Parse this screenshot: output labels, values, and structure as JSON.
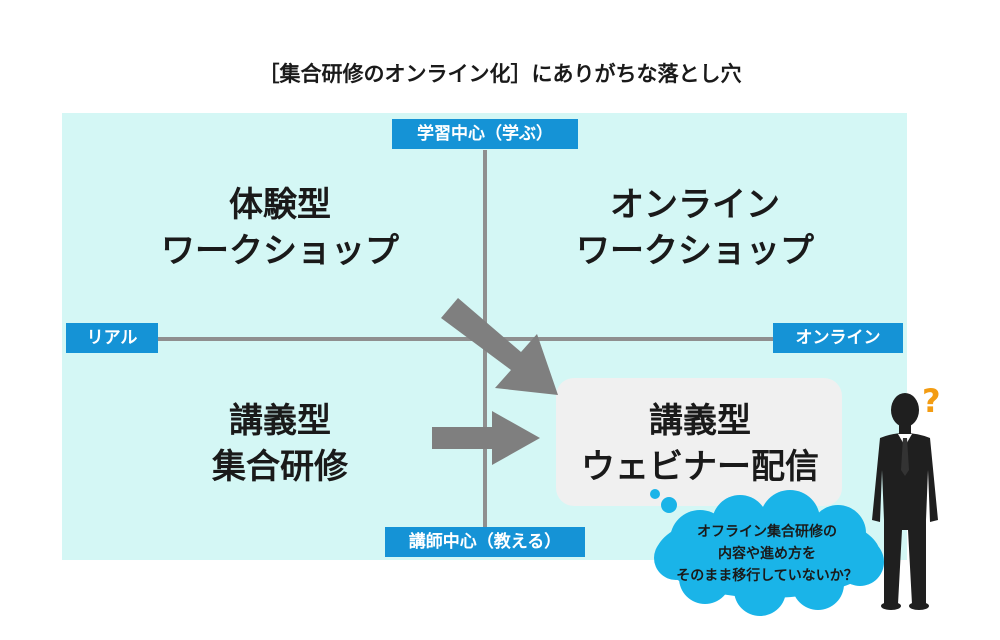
{
  "title": "［集合研修のオンライン化］にありがちな落とし穴",
  "axis_labels": {
    "top": "学習中心（学ぶ）",
    "bottom": "講師中心（教える）",
    "left": "リアル",
    "right": "オンライン"
  },
  "quadrants": {
    "top_left": {
      "line1": "体験型",
      "line2": "ワークショップ"
    },
    "top_right": {
      "line1": "オンライン",
      "line2": "ワークショップ"
    },
    "bottom_left": {
      "line1": "講義型",
      "line2": "集合研修"
    },
    "bottom_right": {
      "line1": "講義型",
      "line2": "ウェビナー配信"
    }
  },
  "thought_bubble": {
    "line1": "オフライン集合研修の",
    "line2": "内容や進め方を",
    "line3": "そのまま移行していないか？"
  },
  "question_mark": "?",
  "colors": {
    "panel": "#d4f7f5",
    "tag": "#1593d6",
    "bubble": "#1ab4e8",
    "arrow": "#7f7f7f",
    "question": "#f39c12"
  }
}
